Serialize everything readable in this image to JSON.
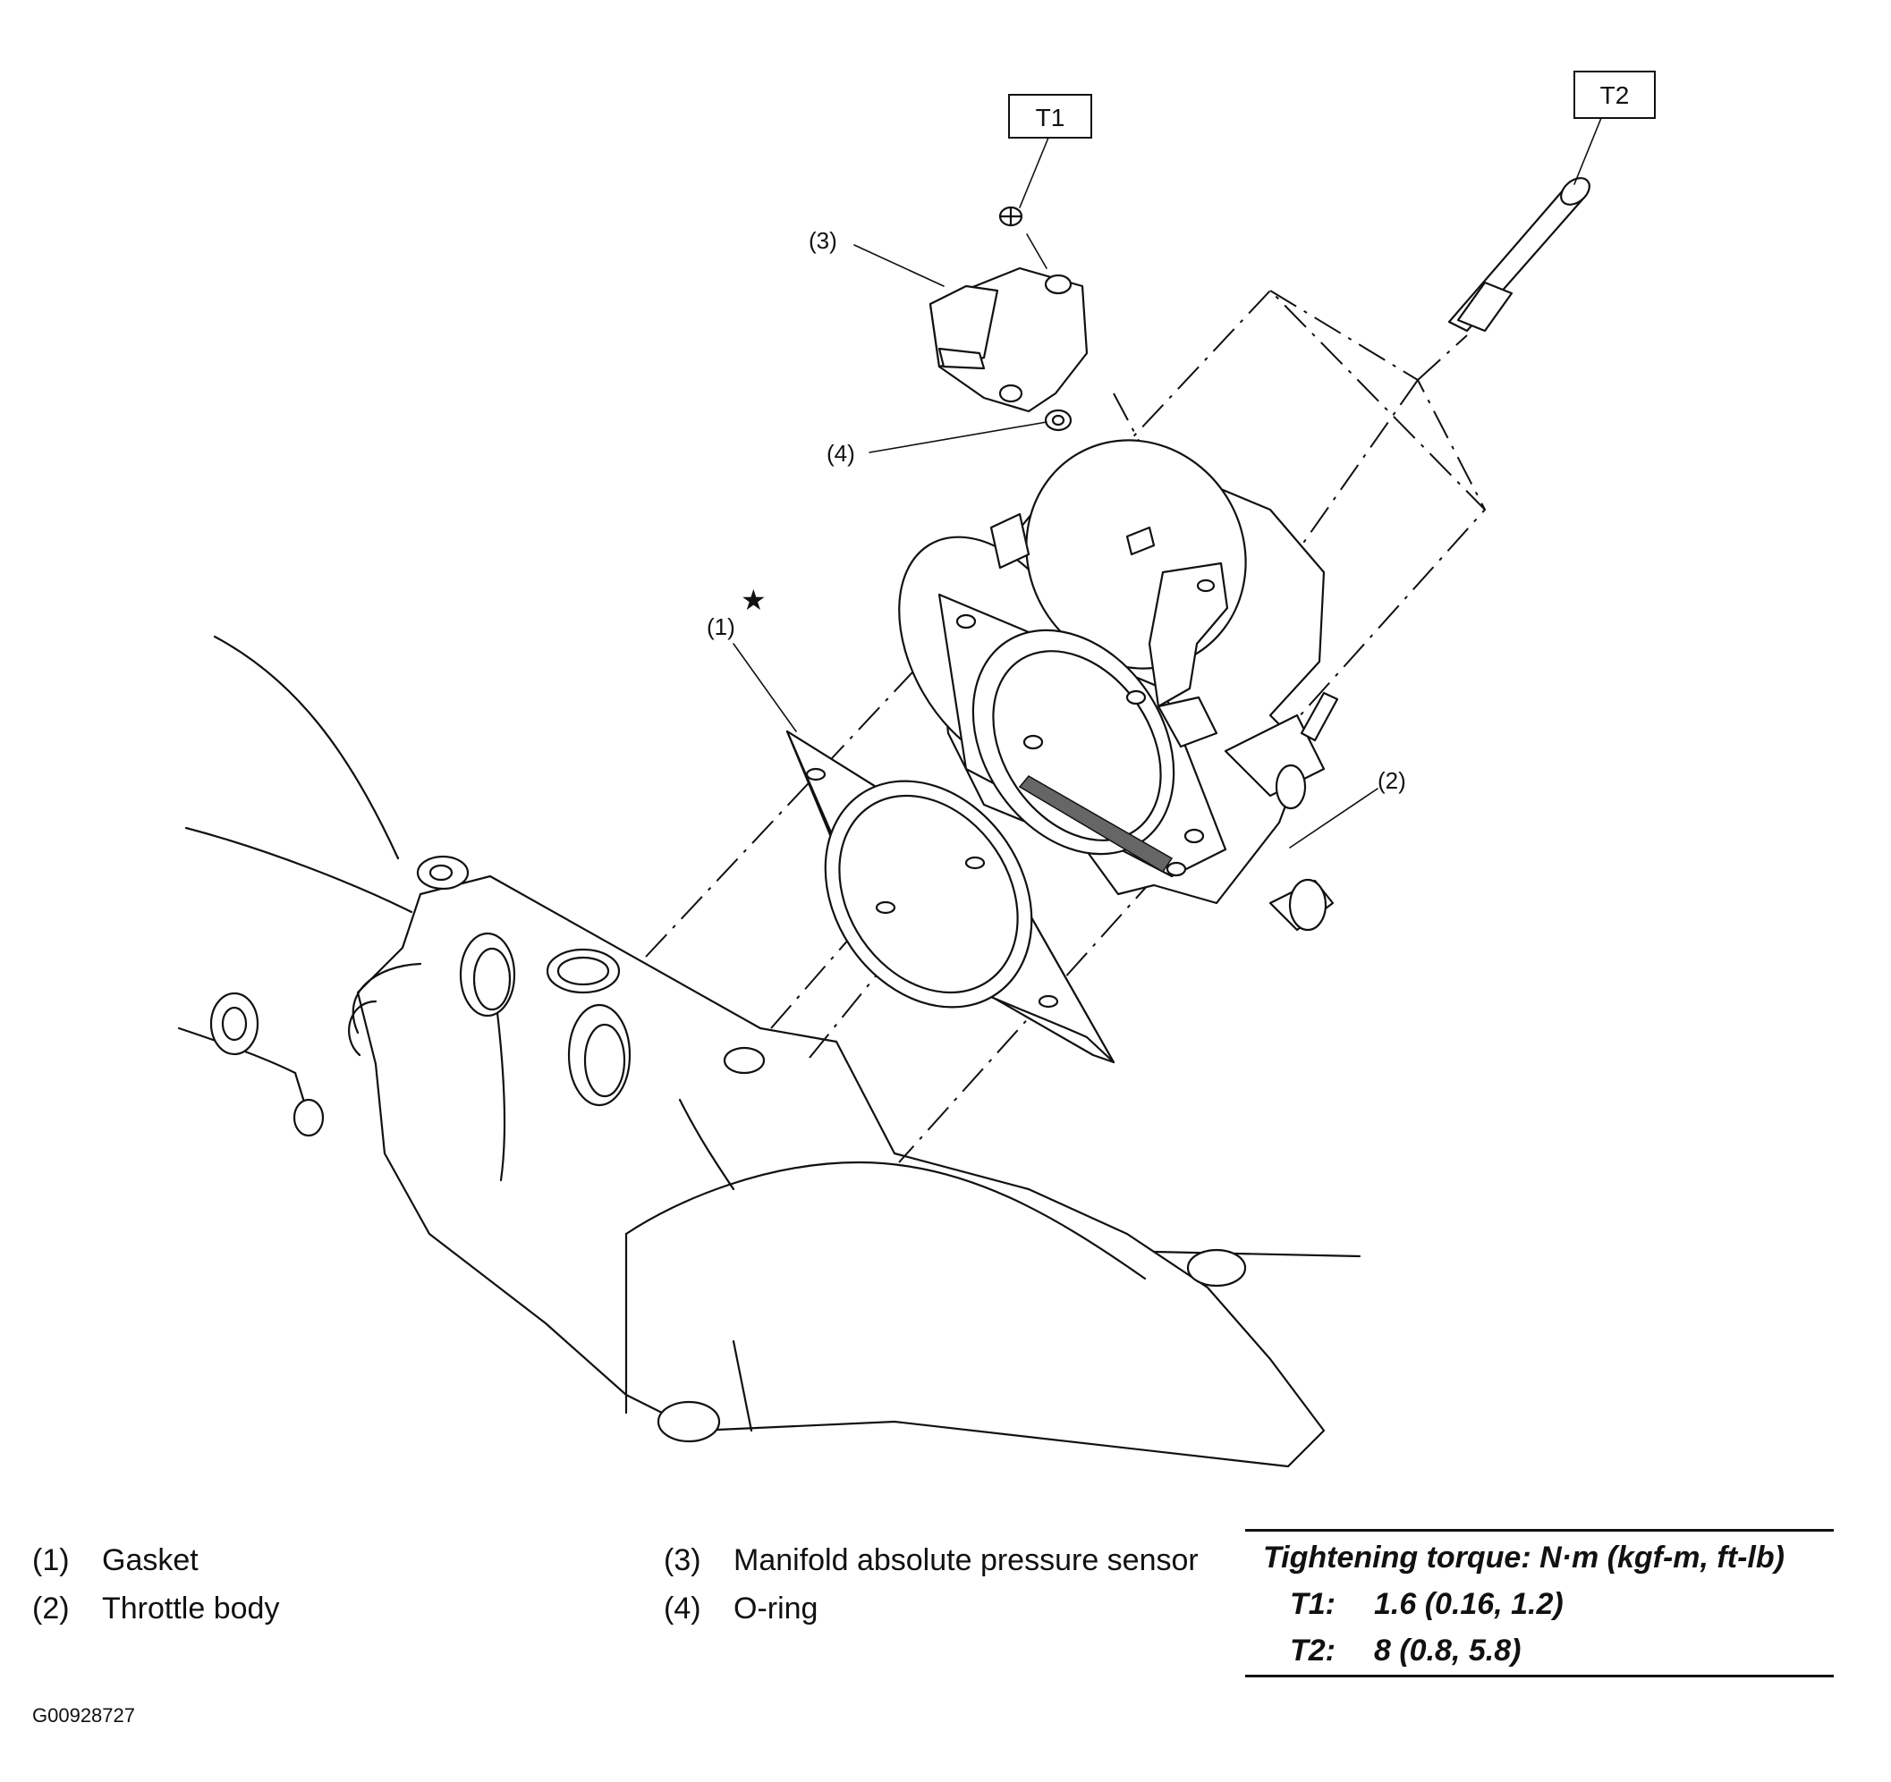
{
  "callouts": {
    "t1": "T1",
    "t2": "T2",
    "c1": "(1)",
    "c2": "(2)",
    "c3": "(3)",
    "c4": "(4)",
    "star": "★"
  },
  "legend": {
    "items": [
      {
        "num": "(1)",
        "label": "Gasket"
      },
      {
        "num": "(2)",
        "label": "Throttle body"
      },
      {
        "num": "(3)",
        "label": "Manifold absolute pressure sensor"
      },
      {
        "num": "(4)",
        "label": "O-ring"
      }
    ]
  },
  "torque": {
    "title": "Tightening torque: N·m (kgf-m, ft-lb)",
    "rows": [
      {
        "key": "T1:",
        "value": "1.6 (0.16, 1.2)"
      },
      {
        "key": "T2:",
        "value": "8 (0.8, 5.8)"
      }
    ]
  },
  "figure_id": "G00928727"
}
